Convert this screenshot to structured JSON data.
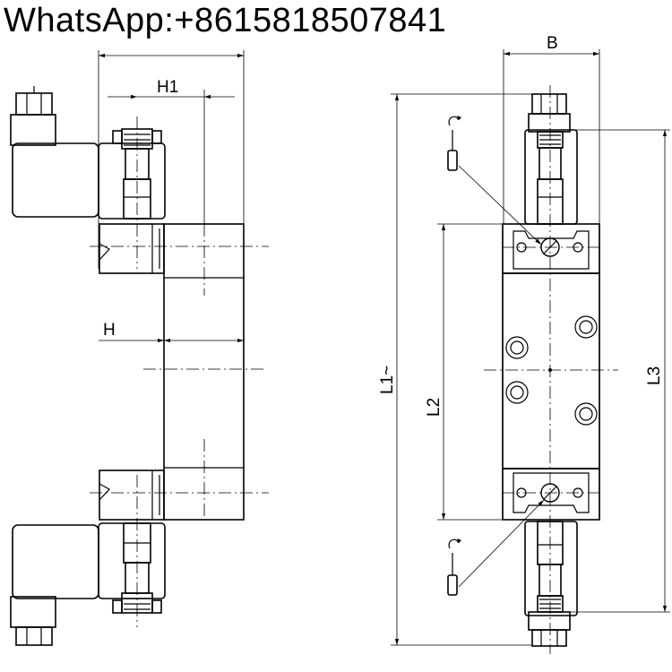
{
  "header": {
    "contact": "WhatsApp:+8615818507841"
  },
  "dimensions": {
    "h1": "H1",
    "h": "H",
    "b": "B",
    "l1": "L1~",
    "l2": "L2",
    "l3": "L3"
  }
}
